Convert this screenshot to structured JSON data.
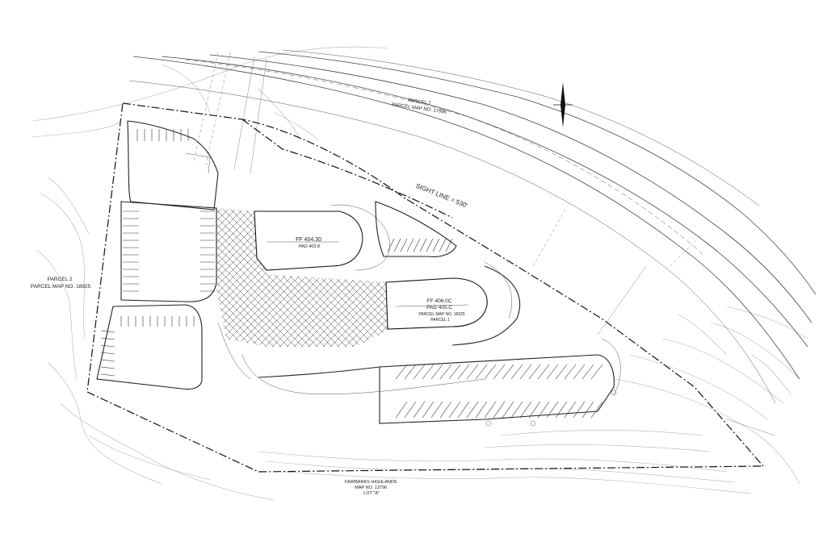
{
  "sheet": {
    "parcel_north": {
      "line1": "PARCEL 7",
      "line2": "PARCEL MAP NO. 17996"
    },
    "parcel_west": {
      "line1": "PARCEL 2",
      "line2": "PARCEL MAP NO. 18925"
    },
    "parcel_south": {
      "line1": "FAIRBANKS HIGHLANDS",
      "line2": "MAP NO. 13796",
      "line3": "LOT \"A\""
    },
    "sight_line": "SIGHT LINE = 530'",
    "building_1": {
      "ff": "FF 404.30",
      "pad": "PAD 403.8"
    },
    "building_2": {
      "ff": "FF 406.0C",
      "pad": "PAD 405.C",
      "map_ref": "PARCEL MAP NO. 18925",
      "parcel": "PARCEL 1"
    },
    "north_arrow": "north-arrow-icon"
  }
}
